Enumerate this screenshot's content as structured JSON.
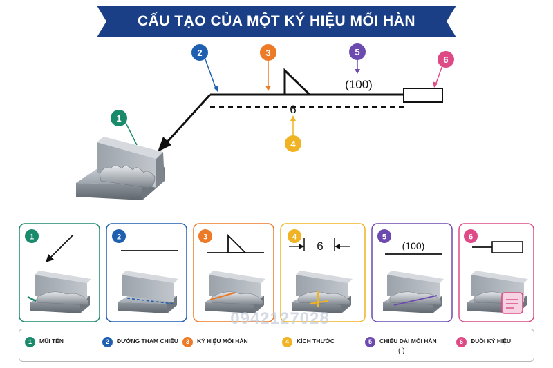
{
  "title": "CẤU TẠO CỦA MỘT KÝ HIỆU MỐI HÀN",
  "colors": {
    "banner": "#1b3f86",
    "c1": "#1a8a6c",
    "c2": "#1f5fb0",
    "c3": "#ec7a26",
    "c4": "#f0b323",
    "c5": "#6c4ab0",
    "c6": "#de4a86"
  },
  "main": {
    "markers": [
      "1",
      "2",
      "3",
      "4",
      "5",
      "6"
    ],
    "length_label": "(100)",
    "size_label": "6"
  },
  "cards": [
    {
      "number": "1"
    },
    {
      "number": "2"
    },
    {
      "number": "3"
    },
    {
      "number": "4",
      "dim_label": "6"
    },
    {
      "number": "5",
      "length_label": "(100)"
    },
    {
      "number": "6"
    }
  ],
  "legend": [
    {
      "number": "1",
      "label": "MŨI TÊN"
    },
    {
      "number": "2",
      "label": "ĐƯỜNG THAM CHIẾU"
    },
    {
      "number": "3",
      "label": "KÝ HIỆU MỐI HÀN"
    },
    {
      "number": "4",
      "label": "KÍCH THƯỚC"
    },
    {
      "number": "5",
      "label": "CHIỀU DÀI MỐI HÀN",
      "symbol": "( )"
    },
    {
      "number": "6",
      "label": "ĐUÔI KÝ HIỆU"
    }
  ],
  "watermark": "0942127028"
}
